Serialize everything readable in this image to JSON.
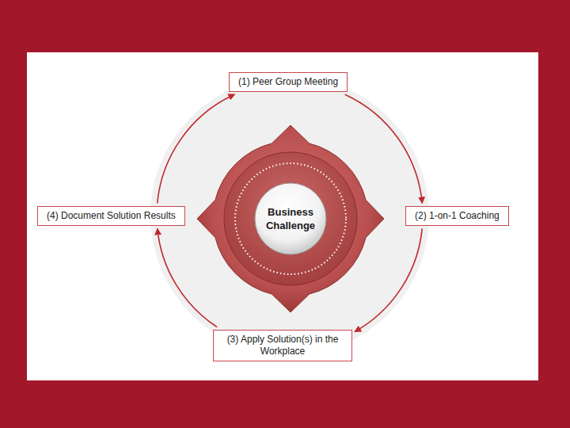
{
  "diagram": {
    "nodes": [
      {
        "text": [
          "(1) Peer Group Meeting"
        ]
      },
      {
        "text": [
          "(2) 1-on-1 Coaching"
        ]
      },
      {
        "text": [
          "(3) Apply Solution(s) in the Workplace"
        ]
      },
      {
        "text": [
          "(4) Document Solution Results"
        ]
      },
      {
        "text": [
          "Business Challenge"
        ]
      }
    ],
    "edges": [
      {
        "from": 0,
        "to": 1,
        "arrow": "to"
      },
      {
        "from": 1,
        "to": 2,
        "arrow": "to"
      },
      {
        "from": 2,
        "to": 3,
        "arrow": "to"
      },
      {
        "from": 3,
        "to": 0,
        "arrow": "to"
      }
    ]
  }
}
